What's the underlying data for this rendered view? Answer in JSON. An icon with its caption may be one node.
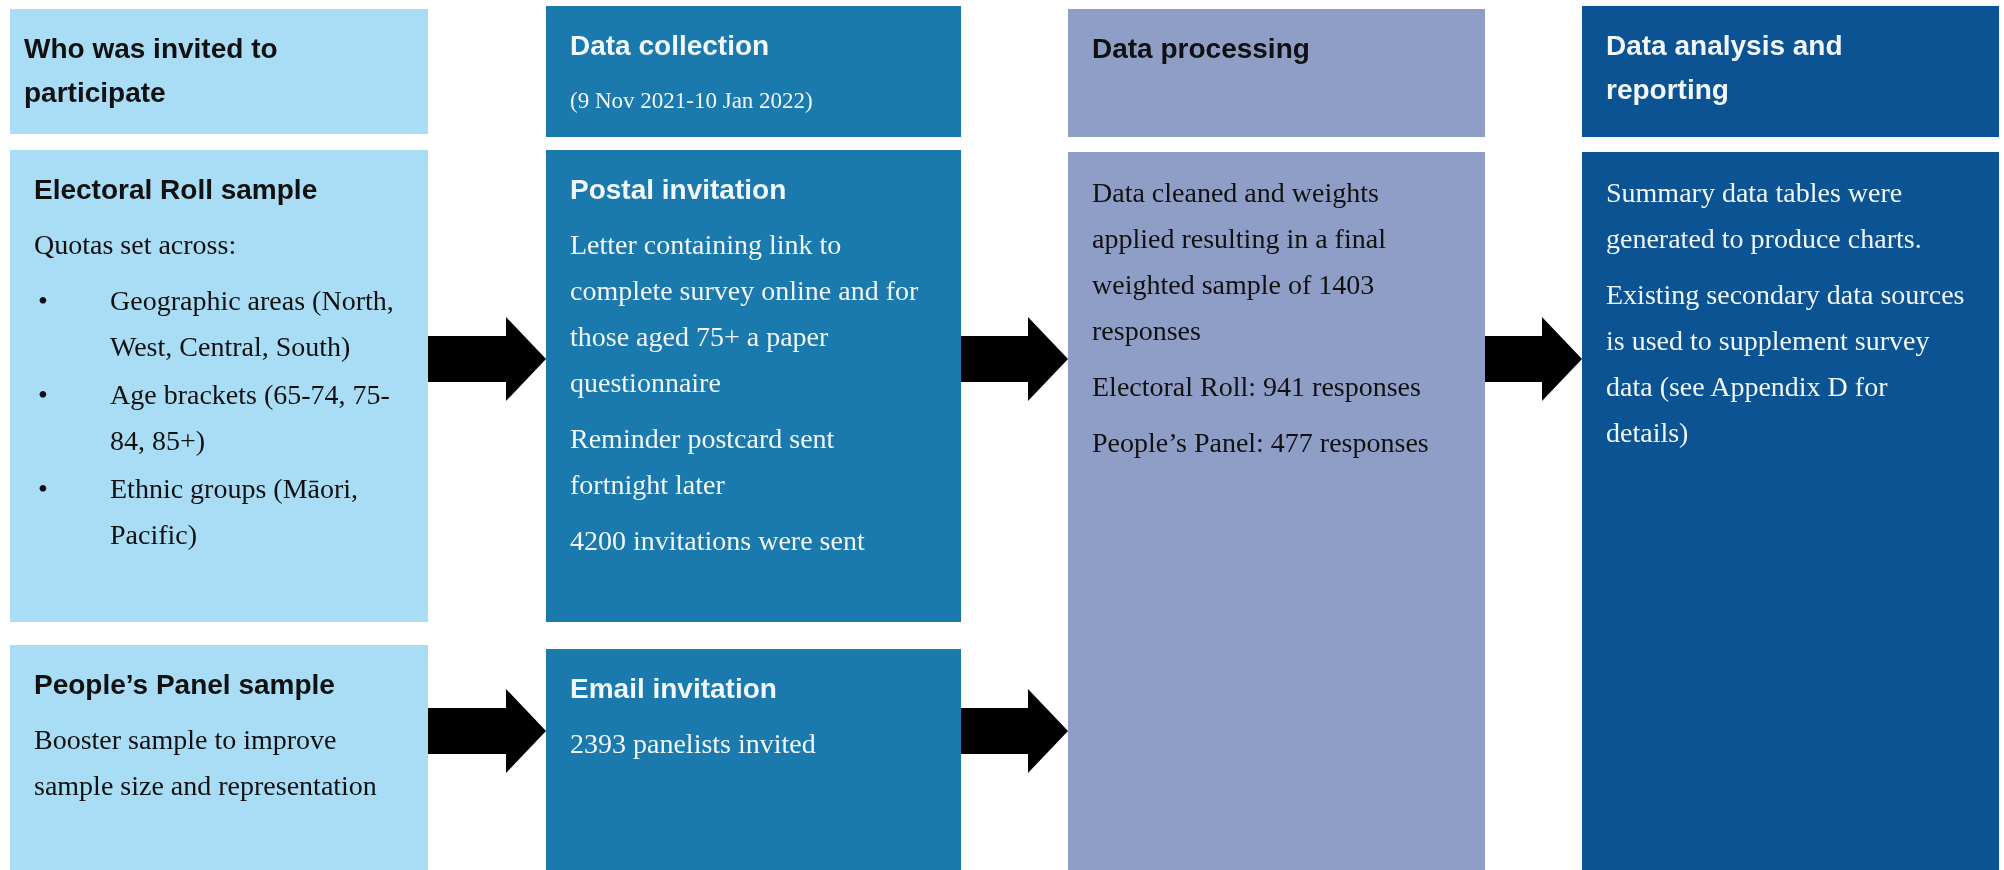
{
  "diagram": {
    "nodes": [
      {
        "text": [
          "Who was invited to participate"
        ]
      },
      {
        "text": [
          "Data collection",
          "(9 Nov 2021-10 Jan 2022)"
        ]
      },
      {
        "text": [
          "Data processing"
        ]
      },
      {
        "text": [
          "Data analysis and reporting"
        ]
      },
      {
        "text": [
          "Electoral Roll sample",
          "Quotas set across:",
          "•",
          "Geographic areas (North, West, Central, South)",
          "•",
          "Age brackets (65-74, 75-84, 85+)",
          "•",
          "Ethnic groups (Māori, Pacific)"
        ]
      },
      {
        "text": [
          "Postal invitation",
          "Letter containing link to complete survey online and for those aged 75+ a paper questionnaire",
          "Reminder postcard sent fortnight later",
          "4200 invitations were sent"
        ]
      },
      {
        "text": [
          "Data cleaned and weights applied resulting in a final weighted sample of 1403 responses",
          "Electoral Roll: 941 responses",
          "People’s Panel: 477 responses"
        ]
      },
      {
        "text": [
          "Summary data tables were generated to produce charts.",
          "Existing secondary data sources is used to supplement survey data (see Appendix D for details)"
        ]
      },
      {
        "text": [
          "People’s Panel sample",
          "Booster sample to improve sample size and representation"
        ]
      },
      {
        "text": [
          "Email invitation",
          "2393 panelists invited"
        ]
      }
    ],
    "edges": [
      {
        "from": 4,
        "to": 5,
        "arrow": "to"
      },
      {
        "from": 5,
        "to": 6,
        "arrow": "to"
      },
      {
        "from": 6,
        "to": 7,
        "arrow": "to"
      },
      {
        "from": 8,
        "to": 9,
        "arrow": "to"
      },
      {
        "from": 9,
        "to": 6,
        "arrow": "to"
      }
    ]
  }
}
